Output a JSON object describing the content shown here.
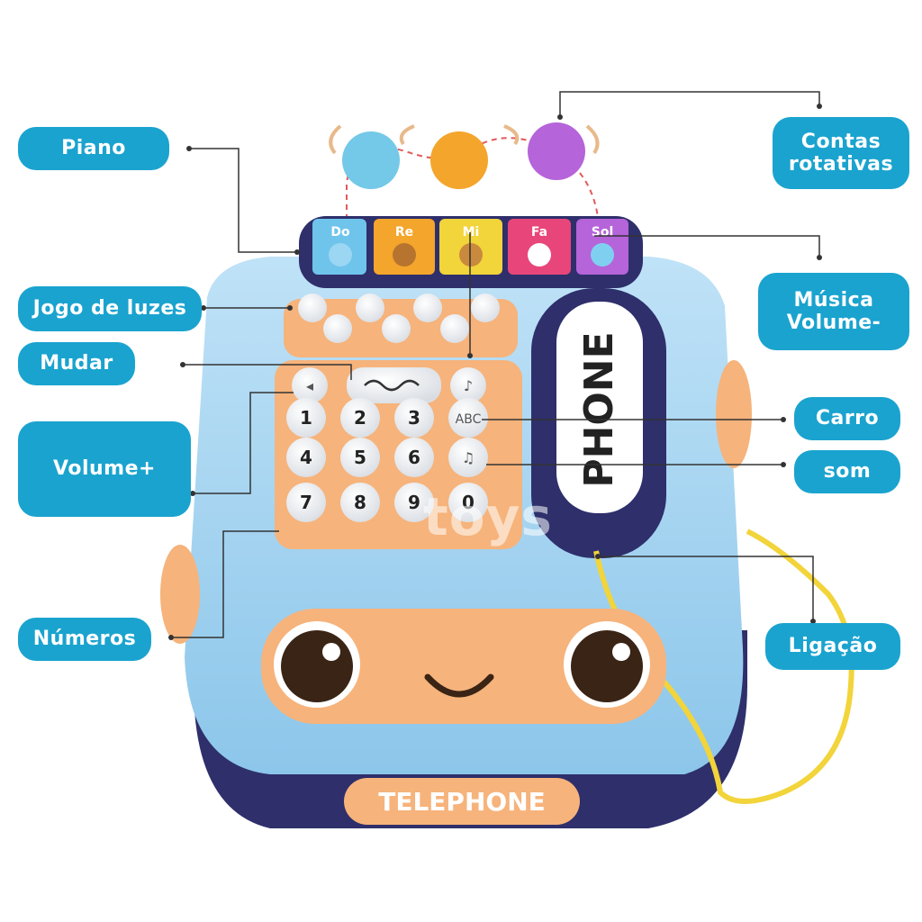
{
  "callouts": {
    "piano": "Piano",
    "beads": "Contas\nrotativas",
    "lights": "Jogo de luzes",
    "music_volume": "Música\nVolume-",
    "switch": "Mudar",
    "car": "Carro",
    "volume_up": "Volume+",
    "sound": "som",
    "numbers": "Números",
    "call": "Ligação"
  },
  "toy": {
    "piano_keys": [
      "Do",
      "Re",
      "Mi",
      "Fa",
      "Sol"
    ],
    "handset_label": "PHONE",
    "front_label": "TELEPHONE",
    "keypad": [
      "1",
      "2",
      "3",
      "4",
      "5",
      "6",
      "7",
      "8",
      "9",
      "0"
    ],
    "watermark": "toys"
  },
  "colors": {
    "callout_bg": "#1aa3cf",
    "body_blue": "#a9d6f1",
    "panel_orange": "#f6b37b",
    "navy": "#2e2f6b",
    "cord_yellow": "#f2d43b"
  }
}
